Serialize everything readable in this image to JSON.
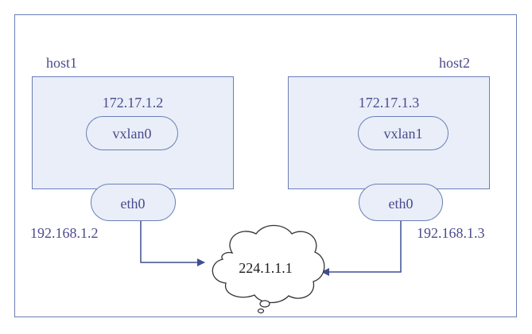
{
  "colors": {
    "frame": "#6b7fb7",
    "box_fill": "#e9eef9",
    "box_stroke": "#6b7fb7",
    "text": "#4b4a8c",
    "arrow": "#3f4f91",
    "cloud_stroke": "#333333"
  },
  "hosts": [
    {
      "name": "host1",
      "ip": "172.17.1.2",
      "vxlan": "vxlan0",
      "nic": "eth0",
      "nic_ip": "192.168.1.2"
    },
    {
      "name": "host2",
      "ip": "172.17.1.3",
      "vxlan": "vxlan1",
      "nic": "eth0",
      "nic_ip": "192.168.1.3"
    }
  ],
  "multicast": {
    "address": "224.1.1.1"
  }
}
